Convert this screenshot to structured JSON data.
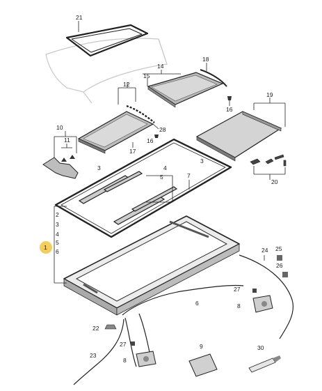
{
  "colors": {
    "highlight_marker": "#f2c94c",
    "glass": "#cfcfcf",
    "glass_dark": "#9a9a9a",
    "metal": "#e6e6e6",
    "line": "#222222",
    "roof_outline": "#c8c8c8"
  },
  "labels": {
    "l1_marker": "1",
    "l2": "2",
    "l3": "3",
    "l4": "4",
    "l5": "5",
    "l6": "6",
    "l3b": "3",
    "l4b": "4",
    "l5b": "5",
    "l3c": "3",
    "l7": "7",
    "l6b": "6",
    "l8a": "8",
    "l8b": "8",
    "l9": "9",
    "l10": "10",
    "l11": "11",
    "l12": "12",
    "l14": "14",
    "l15": "15",
    "l16a": "16",
    "l16b": "16",
    "l17": "17",
    "l18": "18",
    "l19": "19",
    "l20": "20",
    "l21": "21",
    "l22": "22",
    "l23": "23",
    "l24": "24",
    "l25": "25",
    "l26": "26",
    "l27a": "27",
    "l27b": "27",
    "l28": "28",
    "l30": "30"
  }
}
